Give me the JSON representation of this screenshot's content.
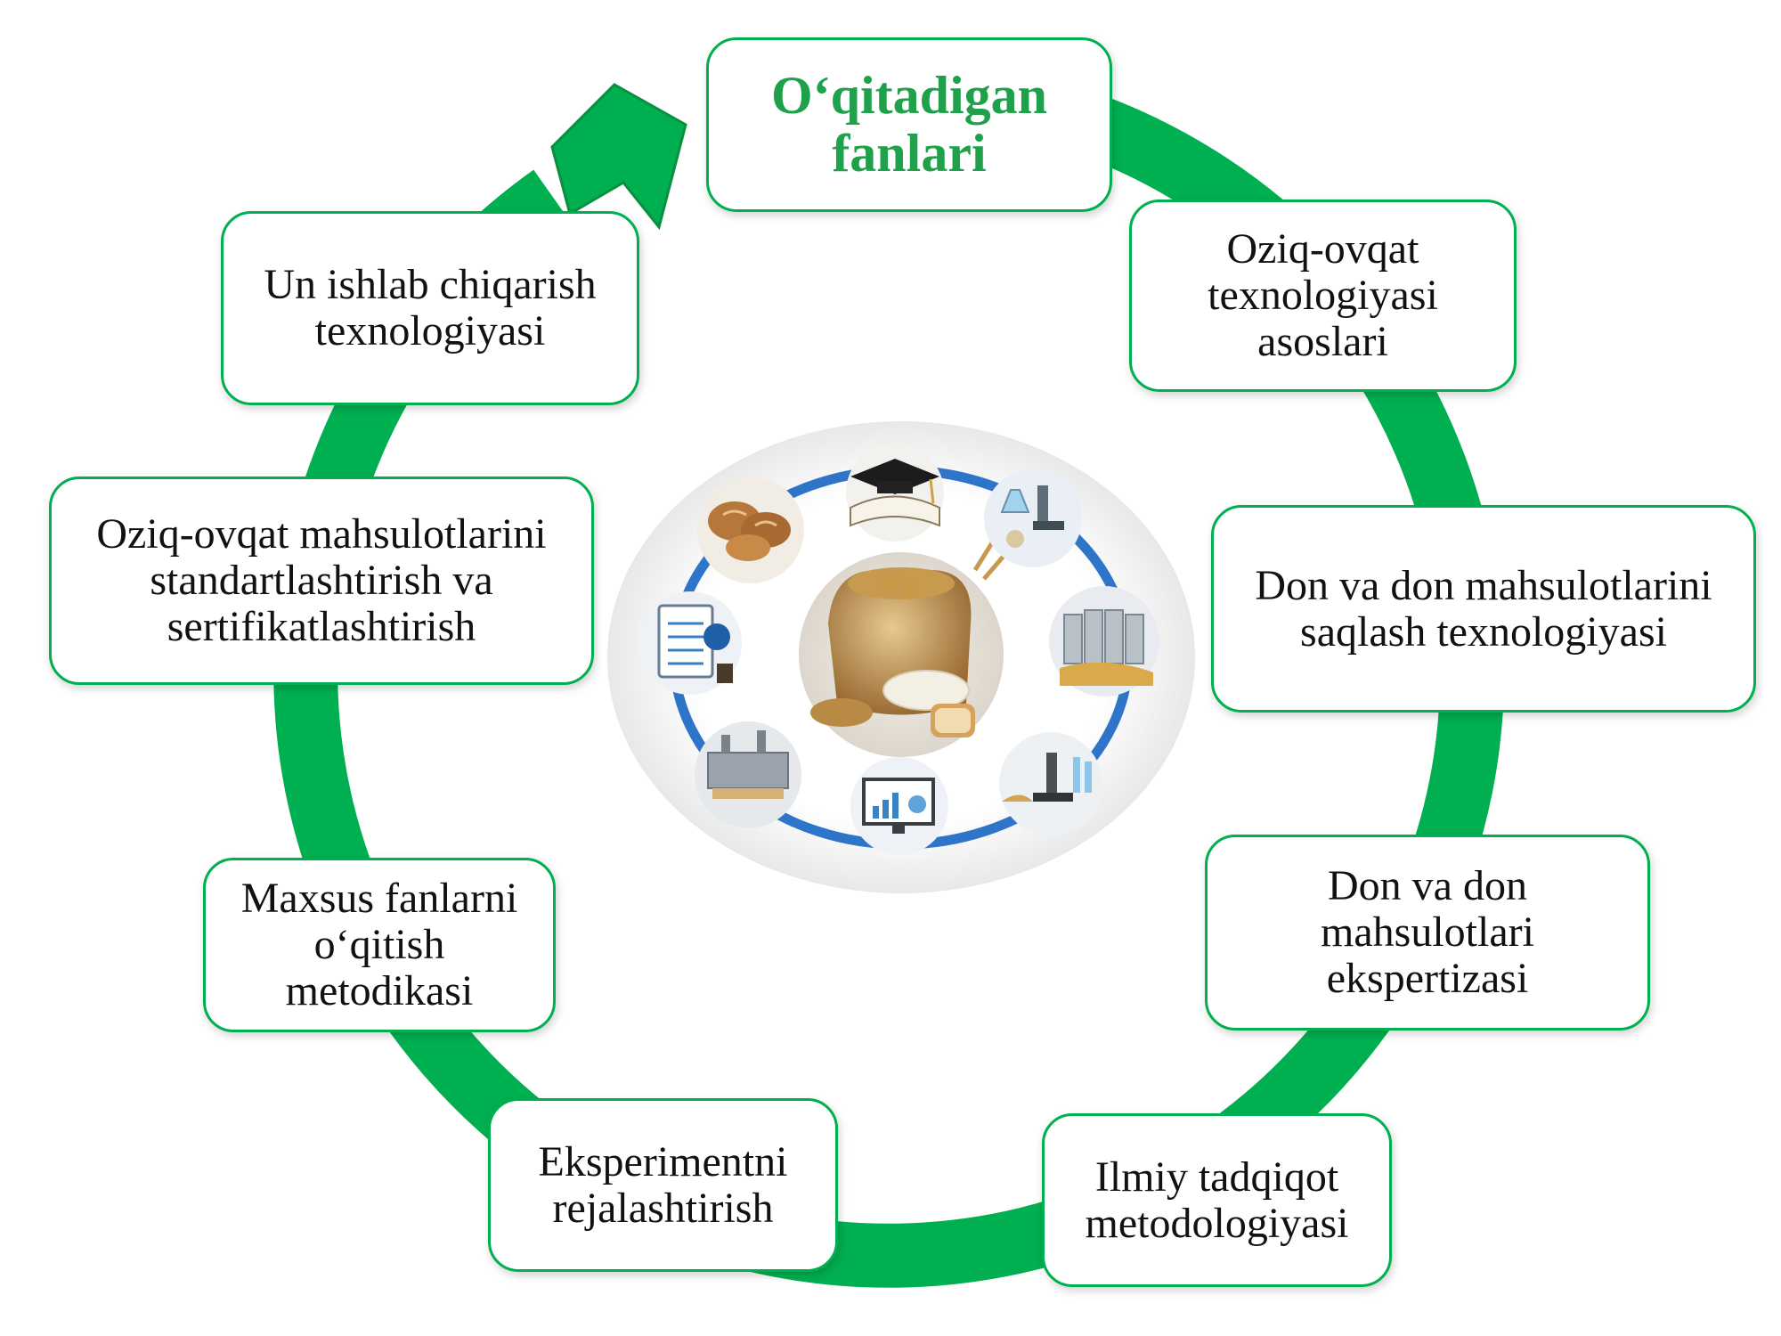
{
  "title": "O‘qitadigan\nfanlari",
  "colors": {
    "ring": "#00b050",
    "title_text": "#1fa04a",
    "inner_ring": "#2e75c9",
    "box_border": "#00b050"
  },
  "subjects": [
    {
      "id": "oziq-ovqat-texnologiyasi-asoslari",
      "label": "Oziq-ovqat\ntexnologiyasi\nasoslari"
    },
    {
      "id": "don-saqlash",
      "label": "Don va don mahsulotlarini\nsaqlash texnologiyasi"
    },
    {
      "id": "don-ekspertizasi",
      "label": "Don va don\nmahsulotlari\nekspertizasi"
    },
    {
      "id": "ilmiy-tadqiqot",
      "label": "Ilmiy tadqiqot\nmetodologiyasi"
    },
    {
      "id": "eksperiment",
      "label": "Eksperimentni\nrejalashtirish"
    },
    {
      "id": "maxsus-fanlar",
      "label": "Maxsus fanlarni\no‘qitish\nmetodikasi"
    },
    {
      "id": "standartlashtirish",
      "label": "Oziq-ovqat mahsulotlarini\nstandartlashtirish va\nsertifikatlashtirish"
    },
    {
      "id": "un-ishlab-chiqarish",
      "label": "Un ishlab chiqarish\ntexnologiyasi"
    }
  ],
  "center_images": [
    {
      "icon": "grain-sack-flour-bread-icon"
    },
    {
      "icon": "graduation-cap-book-icon"
    },
    {
      "icon": "lab-microscope-flasks-icon"
    },
    {
      "icon": "grain-silos-icon"
    },
    {
      "icon": "microscope-grain-icon"
    },
    {
      "icon": "computer-chart-icon"
    },
    {
      "icon": "factory-line-icon"
    },
    {
      "icon": "checklist-certificate-icon"
    },
    {
      "icon": "bread-loaves-icon"
    }
  ]
}
